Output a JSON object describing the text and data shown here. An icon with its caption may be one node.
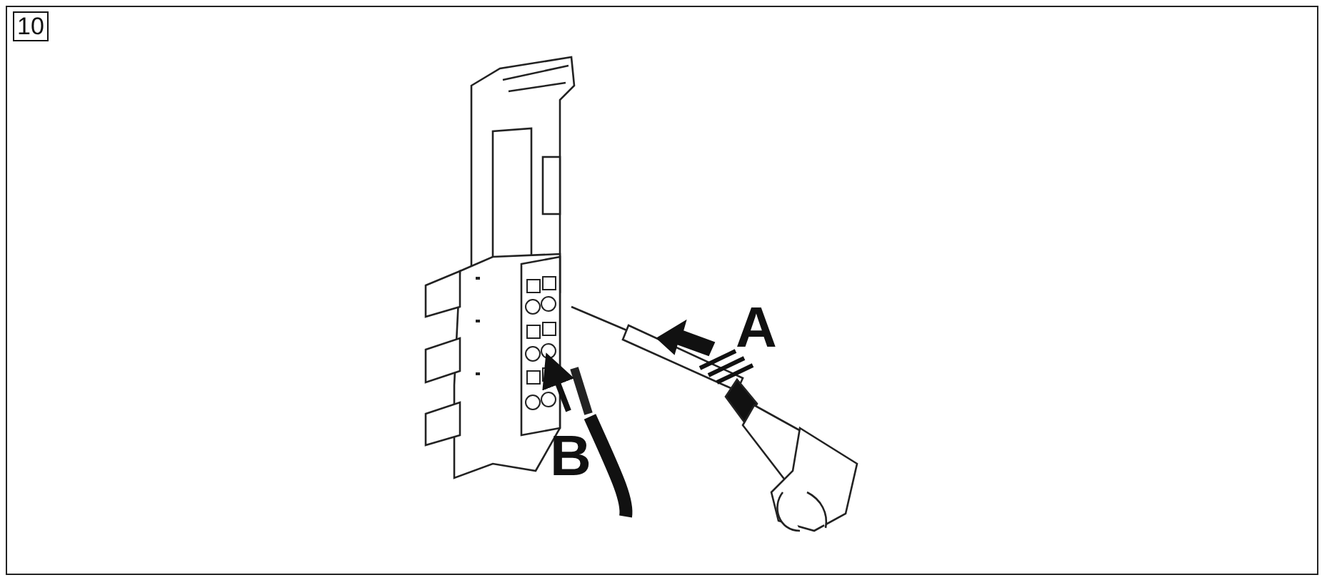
{
  "diagram": {
    "labels": [
      "10",
      "A",
      "B"
    ]
  }
}
